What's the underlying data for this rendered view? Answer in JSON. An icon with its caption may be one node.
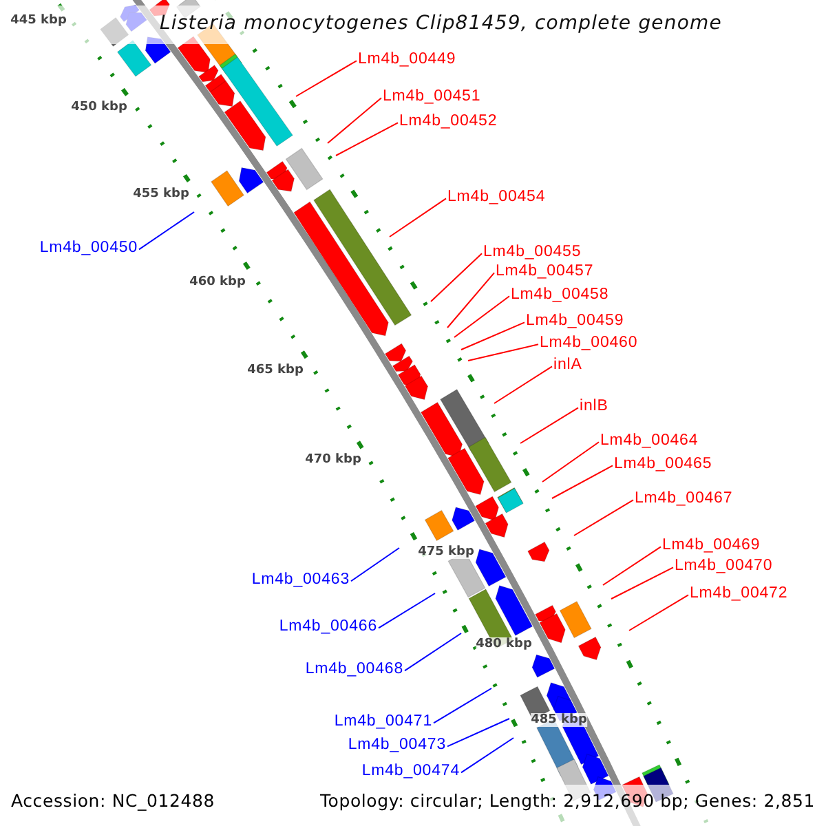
{
  "diagram": {
    "title": "Listeria monocytogenes Clip81459, complete genome",
    "nodes": [
      {
        "text": [
          "Lm4b_00449"
        ]
      },
      {
        "text": [
          "Lm4b_00451"
        ]
      },
      {
        "text": [
          "Lm4b_00452"
        ]
      },
      {
        "text": [
          "Lm4b_00454"
        ]
      },
      {
        "text": [
          "Lm4b_00450"
        ]
      },
      {
        "text": [
          "Lm4b_00455"
        ]
      },
      {
        "text": [
          "Lm4b_00457"
        ]
      },
      {
        "text": [
          "Lm4b_00458"
        ]
      },
      {
        "text": [
          "Lm4b_00459"
        ]
      },
      {
        "text": [
          "Lm4b_00460"
        ]
      },
      {
        "text": [
          "inlA"
        ]
      },
      {
        "text": [
          "inlB"
        ]
      },
      {
        "text": [
          "Lm4b_00464"
        ]
      },
      {
        "text": [
          "Lm4b_00465"
        ]
      },
      {
        "text": [
          "Lm4b_00467"
        ]
      },
      {
        "text": [
          "Lm4b_00469"
        ]
      },
      {
        "text": [
          "Lm4b_00470"
        ]
      },
      {
        "text": [
          "Lm4b_00463"
        ]
      },
      {
        "text": [
          "Lm4b_00472"
        ]
      },
      {
        "text": [
          "Lm4b_00466"
        ]
      },
      {
        "text": [
          "Lm4b_00468"
        ]
      },
      {
        "text": [
          "Lm4b_00471"
        ]
      },
      {
        "text": [
          "Lm4b_00473"
        ]
      },
      {
        "text": [
          "Lm4b_00474"
        ]
      }
    ],
    "edges": [
      {
        "from": 0,
        "to": null,
        "arrow": "none"
      },
      {
        "from": 1,
        "to": null,
        "arrow": "none"
      },
      {
        "from": 2,
        "to": null,
        "arrow": "none"
      },
      {
        "from": 3,
        "to": null,
        "arrow": "none"
      },
      {
        "from": 4,
        "to": null,
        "arrow": "none",
        "color": "#0000ff"
      },
      {
        "from": 5,
        "to": null,
        "arrow": "none"
      },
      {
        "from": 6,
        "to": null,
        "arrow": "none"
      },
      {
        "from": 7,
        "to": null,
        "arrow": "none"
      },
      {
        "from": 8,
        "to": null,
        "arrow": "none"
      },
      {
        "from": 9,
        "to": null,
        "arrow": "none"
      },
      {
        "from": 10,
        "to": null,
        "arrow": "none"
      },
      {
        "from": 11,
        "to": null,
        "arrow": "none"
      },
      {
        "from": 12,
        "to": null,
        "arrow": "none"
      },
      {
        "from": 13,
        "to": null,
        "arrow": "none"
      },
      {
        "from": 14,
        "to": null,
        "arrow": "none"
      },
      {
        "from": 15,
        "to": null,
        "arrow": "none"
      },
      {
        "from": 16,
        "to": null,
        "arrow": "none"
      },
      {
        "from": 17,
        "to": null,
        "arrow": "none",
        "color": "#0000ff"
      },
      {
        "from": 18,
        "to": null,
        "arrow": "none"
      },
      {
        "from": 19,
        "to": null,
        "arrow": "none",
        "color": "#0000ff"
      },
      {
        "from": 20,
        "to": null,
        "arrow": "none",
        "color": "#0000ff"
      },
      {
        "from": 21,
        "to": null,
        "arrow": "none",
        "color": "#0000ff"
      },
      {
        "from": 22,
        "to": null,
        "arrow": "none",
        "color": "#0000ff"
      },
      {
        "from": 23,
        "to": null,
        "arrow": "none",
        "color": "#0000ff"
      }
    ],
    "labels": [
      "445 kbp",
      "450 kbp",
      "455 kbp",
      "460 kbp",
      "465 kbp",
      "470 kbp",
      "475 kbp",
      "480 kbp",
      "485 kbp",
      "Accession: NC_012488",
      "Topology: circular; Length: 2,912,690 bp; Genes: 2,851"
    ]
  }
}
